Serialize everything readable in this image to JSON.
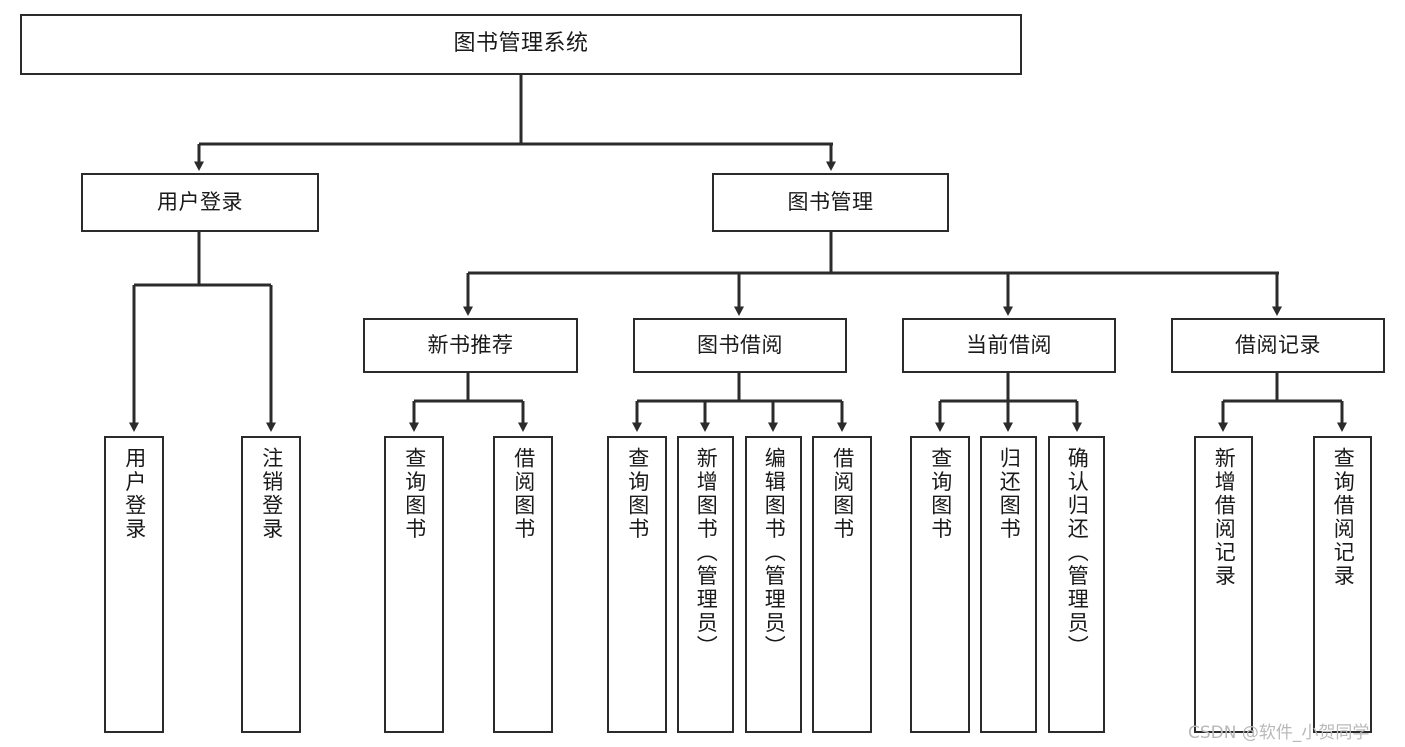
{
  "diagram": {
    "type": "tree-hierarchy",
    "title": "图书管理系统",
    "orientation": "top-down",
    "colors": {
      "box_border": "#2b2b2b",
      "box_fill": "#ffffff",
      "edge": "#2b2b2b",
      "text": "#1a1a1a",
      "watermark": "#b9b9b9",
      "background": "#ffffff"
    },
    "nodes": {
      "root": {
        "label": "图书管理系统"
      },
      "level2": [
        {
          "id": "user-login",
          "label": "用户登录"
        },
        {
          "id": "book-manage",
          "label": "图书管理"
        }
      ],
      "level3": [
        {
          "id": "new-book-recommend",
          "label": "新书推荐"
        },
        {
          "id": "book-borrow",
          "label": "图书借阅"
        },
        {
          "id": "current-borrow",
          "label": "当前借阅"
        },
        {
          "id": "borrow-record",
          "label": "借阅记录"
        }
      ],
      "leaves": {
        "user-login": [
          {
            "id": "leaf-user-login",
            "label": "用户登录"
          },
          {
            "id": "leaf-logout-login",
            "label": "注销登录"
          }
        ],
        "new-book-recommend": [
          {
            "id": "leaf-query-book-1",
            "label": "查询图书"
          },
          {
            "id": "leaf-borrow-book-1",
            "label": "借阅图书"
          }
        ],
        "book-borrow": [
          {
            "id": "leaf-query-book-2",
            "label": "查询图书"
          },
          {
            "id": "leaf-add-book",
            "label": "新增图书（管理员）"
          },
          {
            "id": "leaf-edit-book",
            "label": "编辑图书（管理员）"
          },
          {
            "id": "leaf-borrow-book-2",
            "label": "借阅图书"
          }
        ],
        "current-borrow": [
          {
            "id": "leaf-query-book-3",
            "label": "查询图书"
          },
          {
            "id": "leaf-return-book",
            "label": "归还图书"
          },
          {
            "id": "leaf-confirm-return",
            "label": "确认归还（管理员）"
          }
        ],
        "borrow-record": [
          {
            "id": "leaf-add-record",
            "label": "新增借阅记录"
          },
          {
            "id": "leaf-query-record",
            "label": "查询借阅记录"
          }
        ]
      }
    },
    "watermark": "CSDN @软件_小贺同学"
  }
}
